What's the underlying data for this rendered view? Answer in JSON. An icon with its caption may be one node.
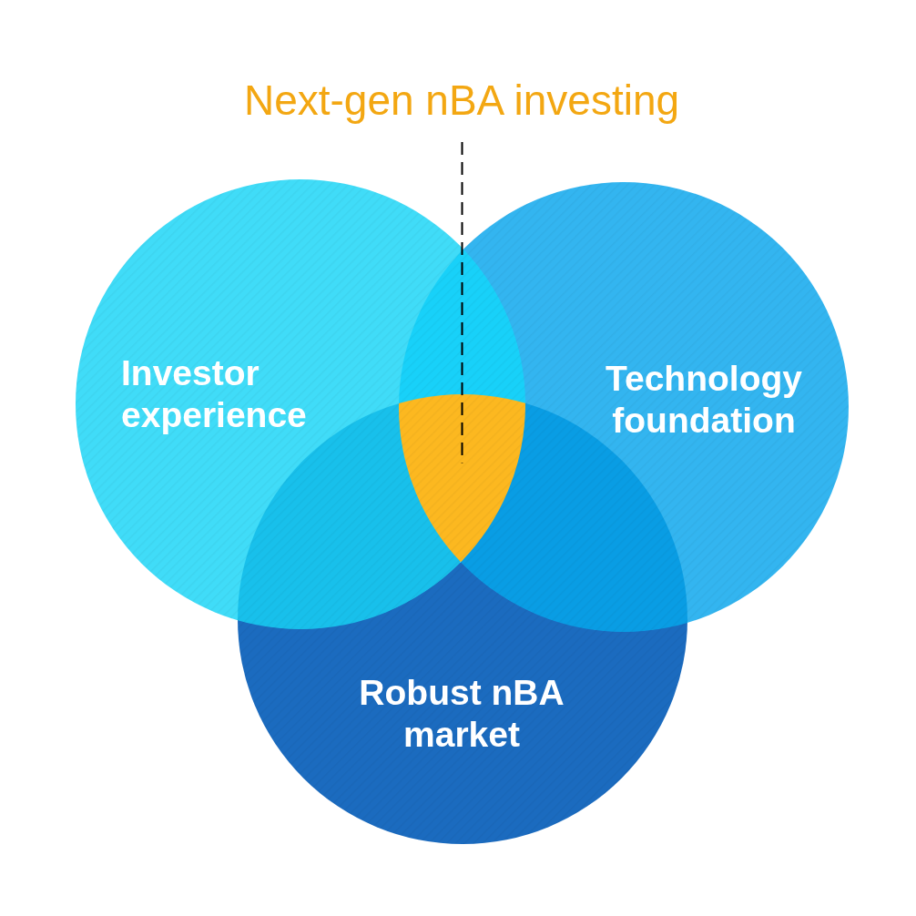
{
  "diagram": {
    "nodes": [
      {
        "text": [
          "Next-gen nBA investing"
        ]
      },
      {
        "text": [
          "Investor experience"
        ]
      },
      {
        "text": [
          "Technology foundation"
        ]
      },
      {
        "text": [
          "Robust nBA market"
        ]
      },
      {
        "text": [],
        "shape": "triangle"
      }
    ],
    "edges": [
      {
        "from": 0,
        "to": 4,
        "arrow": "none",
        "style": "dashed"
      }
    ]
  }
}
